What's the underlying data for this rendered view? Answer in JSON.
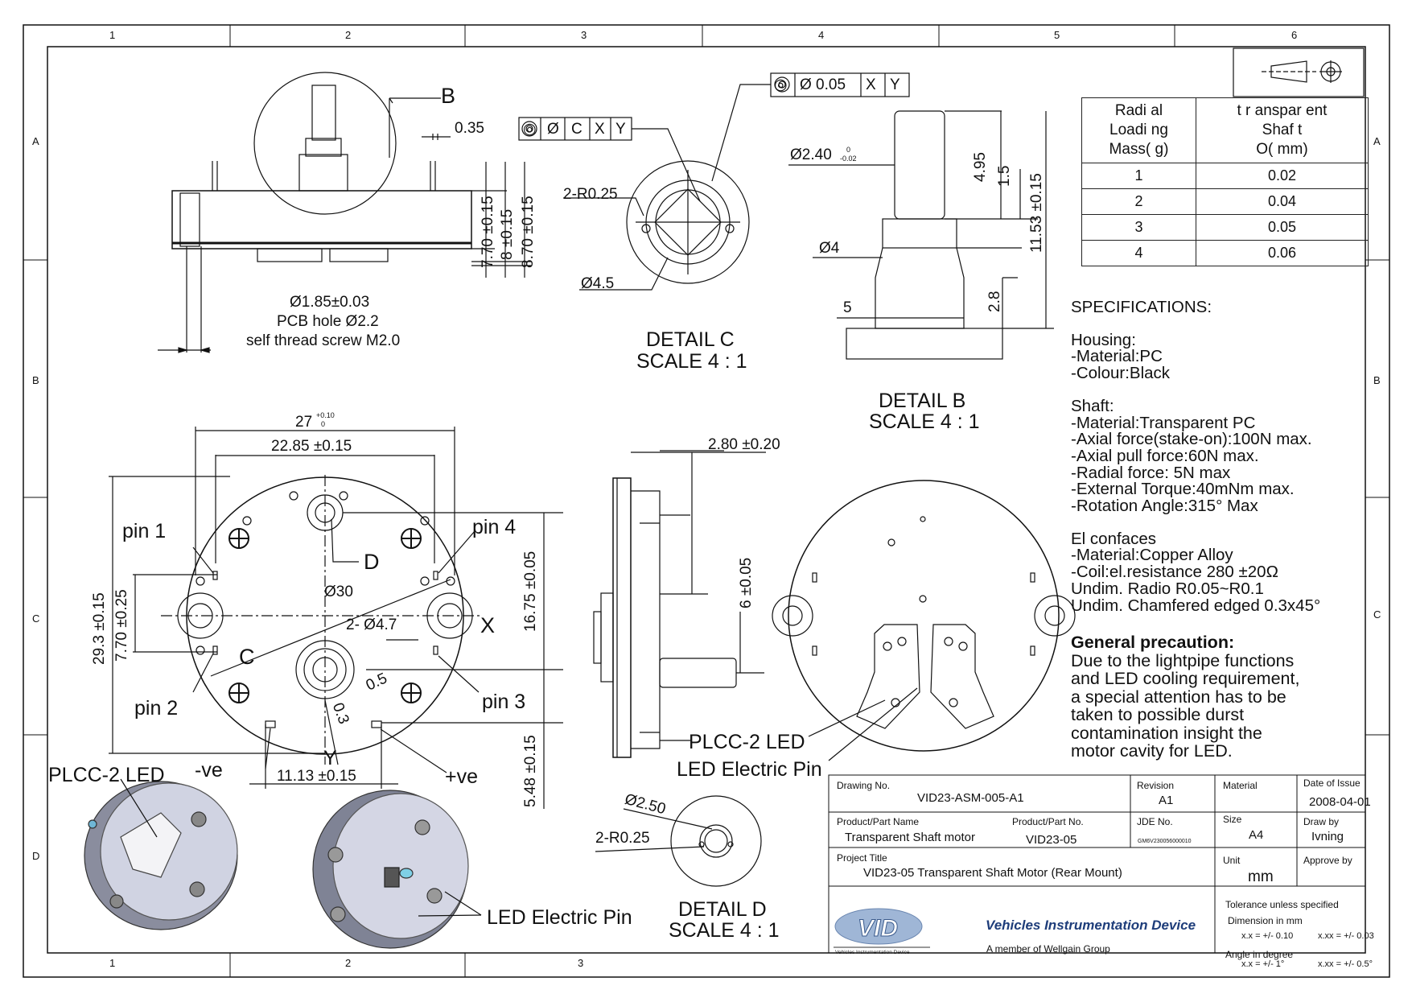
{
  "zones": {
    "columns": [
      "1",
      "2",
      "3",
      "4",
      "5",
      "6"
    ],
    "rows": [
      "A",
      "B",
      "C",
      "D"
    ]
  },
  "top_view": {
    "label_b": "B",
    "dim_035": "0.35",
    "dim_770": "7.70 ±0.15",
    "dim_8": "8 ±0.15",
    "dim_870": "8.70 ±0.15",
    "dim_hole": "Ø1.85±0.03",
    "pcb_hole": "PCB hole Ø2.2",
    "screw": "self thread screw M2.0",
    "gdt": [
      "◎",
      "Ø",
      "C",
      "X",
      "Y"
    ]
  },
  "detail_c": {
    "gdt": [
      "◎",
      "Ø 0.05",
      "X",
      "Y"
    ],
    "r025": "2-R0.25",
    "d45": "Ø4.5",
    "title": "DETAIL C",
    "scale": "SCALE 4 : 1"
  },
  "detail_b": {
    "d240": "Ø2.40",
    "d240_tol_top": "0",
    "d240_tol_bot": "-0.02",
    "d4": "Ø4",
    "d5": "5",
    "h495": "4.95",
    "h15": "1.5",
    "h1153": "11.53 ±0.15",
    "h28": "2.8",
    "title": "DETAIL B",
    "scale": "SCALE 4 : 1"
  },
  "table": {
    "header_left": "Radi al\nLoadi ng\nMass( g)",
    "header_right": "t r anspar ent\nShaf t\nO( mm)",
    "rows": [
      [
        "1",
        "0.02"
      ],
      [
        "2",
        "0.04"
      ],
      [
        "3",
        "0.05"
      ],
      [
        "4",
        "0.06"
      ]
    ]
  },
  "specs": {
    "heading": "SPECIFICATIONS:",
    "housing": [
      "Housing:",
      "-Material:PC",
      "-Colour:Black"
    ],
    "shaft": [
      "Shaft:",
      "-Material:Transparent PC",
      "-Axial force(stake-on):100N max.",
      "-Axial pull force:60N max.",
      "-Radial force: 5N max",
      "-External Torque:40mNm max.",
      "-Rotation Angle:315° Max"
    ],
    "contacts": [
      "El confaces",
      "-Material:Copper Alloy",
      "-Coil:el.resistance 280 ±20Ω",
      "Undim. Radio R0.05~R0.1",
      "Undim. Chamfered edged 0.3x45°"
    ],
    "precaution_title": "General precaution:",
    "precaution": [
      "Due to the lightpipe functions",
      "and LED cooling requirement,",
      "a special attention has to be",
      "taken to possible durst",
      "contamination insight the",
      "motor cavity for LED."
    ]
  },
  "front_view": {
    "d27": "27",
    "d27_tol": "+0.10",
    "d27_tol0": "0",
    "d2285": "22.85 ±0.15",
    "pin1": "pin 1",
    "pin2": "pin 2",
    "pin3": "pin 3",
    "pin4": "pin 4",
    "label_d": "D",
    "label_c": "C",
    "label_x": "X",
    "label_y": "Y",
    "d30": "Ø30",
    "d47": "2- Ø4.7",
    "d05": "0.5",
    "d03": "0.3",
    "h293": "29.3 ±0.15",
    "h770": "7.70 ±0.25",
    "h1675": "16.75 ±0.05",
    "h548": "5.48 ±0.15",
    "d1113": "11.13 ±0.15",
    "neg": "-ve",
    "pos": "+ve",
    "plcc": "PLCC-2 LED"
  },
  "side_view": {
    "d280": "2.80 ±0.20",
    "h6": "6 ±0.05"
  },
  "rear_view": {
    "plcc": "PLCC-2 LED",
    "pin": "LED Electric Pin"
  },
  "detail_d": {
    "d250": "Ø2.50",
    "r025": "2-R0.25",
    "title": "DETAIL D",
    "scale": "SCALE 4 : 1"
  },
  "iso": {
    "plcc": "PLCC-2 LED",
    "pin": "LED Electric Pin"
  },
  "title_block": {
    "drawing_no_label": "Drawing No.",
    "drawing_no": "VID23-ASM-005-A1",
    "revision_label": "Revision",
    "revision": "A1",
    "material_label": "Material",
    "date_label": "Date of Issue",
    "date": "2008-04-01",
    "product_name_label": "Product/Part Name",
    "product_name": "Transparent Shaft motor",
    "product_no_label": "Product/Part No.",
    "product_no": "VID23-05",
    "jde_label": "JDE No.",
    "jde": "GM6V230056000010",
    "size_label": "Size",
    "size": "A4",
    "draw_by_label": "Draw by",
    "draw_by": "Ivning",
    "project_label": "Project Title",
    "project": "VID23-05 Transparent Shaft Motor (Rear Mount)",
    "unit_label": "Unit",
    "unit": "mm",
    "approve_label": "Approve by",
    "company": "Vehicles Instrumentation Device",
    "member": "A member of Wellgain Group",
    "logo_text": "VID",
    "logo_sub": "Vehicles Instrumentation Device",
    "tol_title": "Tolerance unless specified",
    "tol_dim": "Dimension in mm",
    "tol_x1": "x.x = +/- 0.10",
    "tol_x2": "x.xx = +/- 0.03",
    "tol_angle": "Angle in degree",
    "tol_a1": "x.x = +/- 1°",
    "tol_a2": "x.xx = +/- 0.5°"
  }
}
